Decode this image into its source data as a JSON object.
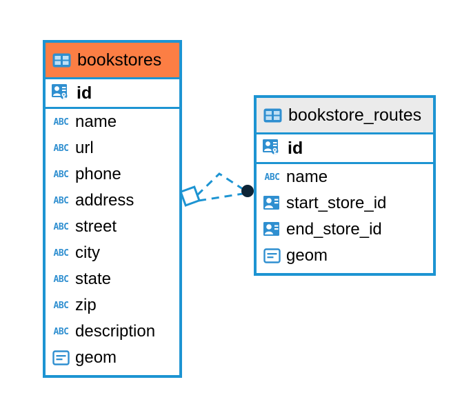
{
  "diagram": {
    "type": "er-diagram",
    "background": "#ffffff",
    "accent_border_color": "#1d94d2",
    "header_highlight_color": "#fc7e44",
    "header_default_color": "#ebebeb",
    "text_color": "#000000",
    "icon_blue": "#2f8fd0",
    "relationship_endpoint_color": "#0d2436"
  },
  "tables": [
    {
      "name": "bookstores",
      "header_style": "orange",
      "title_icon": "table-icon",
      "primary_key": {
        "label": "id",
        "icon": "primary-key-icon"
      },
      "fields": [
        {
          "label": "name",
          "icon": "abc-text-icon",
          "icon_text": "ABC"
        },
        {
          "label": "url",
          "icon": "abc-text-icon",
          "icon_text": "ABC"
        },
        {
          "label": "phone",
          "icon": "abc-text-icon",
          "icon_text": "ABC"
        },
        {
          "label": "address",
          "icon": "abc-text-icon",
          "icon_text": "ABC"
        },
        {
          "label": "street",
          "icon": "abc-text-icon",
          "icon_text": "ABC"
        },
        {
          "label": "city",
          "icon": "abc-text-icon",
          "icon_text": "ABC"
        },
        {
          "label": "state",
          "icon": "abc-text-icon",
          "icon_text": "ABC"
        },
        {
          "label": "zip",
          "icon": "abc-text-icon",
          "icon_text": "ABC"
        },
        {
          "label": "description",
          "icon": "abc-text-icon",
          "icon_text": "ABC"
        },
        {
          "label": "geom",
          "icon": "geometry-icon",
          "icon_text": ""
        }
      ]
    },
    {
      "name": "bookstore_routes",
      "header_style": "grey",
      "title_icon": "table-icon",
      "primary_key": {
        "label": "id",
        "icon": "primary-key-icon"
      },
      "fields": [
        {
          "label": "name",
          "icon": "abc-text-icon",
          "icon_text": "ABC"
        },
        {
          "label": "start_store_id",
          "icon": "foreign-key-icon",
          "icon_text": ""
        },
        {
          "label": "end_store_id",
          "icon": "foreign-key-icon",
          "icon_text": ""
        },
        {
          "label": "geom",
          "icon": "geometry-icon",
          "icon_text": ""
        }
      ]
    }
  ],
  "relationships": [
    {
      "from_table": "bookstores",
      "to_table": "bookstore_routes",
      "from_field": "id",
      "to_field": "start_store_id",
      "style": "dashed",
      "source_marker": "diamond",
      "target_marker": "filled-circle"
    },
    {
      "from_table": "bookstores",
      "to_table": "bookstore_routes",
      "from_field": "id",
      "to_field": "end_store_id",
      "style": "dashed",
      "source_marker": "diamond",
      "target_marker": "filled-circle"
    }
  ]
}
